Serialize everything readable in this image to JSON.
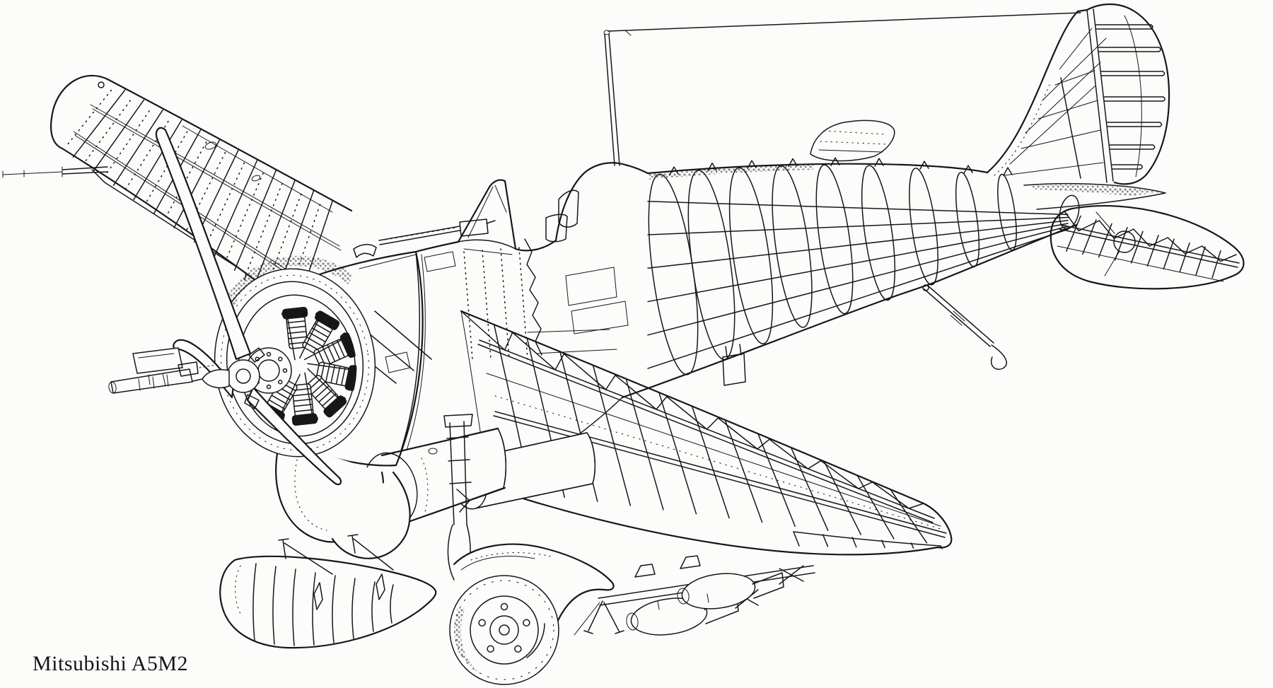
{
  "caption": "Mitsubishi A5M2",
  "figure": {
    "kind": "cutaway-line-drawing",
    "subject": "single-engine monoplane fighter",
    "colors": {
      "ink": "#17171a",
      "paper": "#fcfcfa"
    },
    "parts": [
      "three-blade-propeller",
      "radial-engine-in-cowling",
      "open-cockpit-windscreen",
      "headrest-fairing",
      "antenna-mast",
      "antenna-wire",
      "port-wing",
      "starboard-wing-skeleton",
      "rear-fuselage-frames",
      "tail-fin",
      "ribbed-rudder",
      "tailplane",
      "elevator-skeleton",
      "arrestor-hook",
      "fixed-landing-gear-with-spat",
      "belly-fuel-tanks",
      "drop-tank",
      "bomb-rack-with-bombs",
      "detached-machine-gun",
      "pitot-tube"
    ]
  }
}
